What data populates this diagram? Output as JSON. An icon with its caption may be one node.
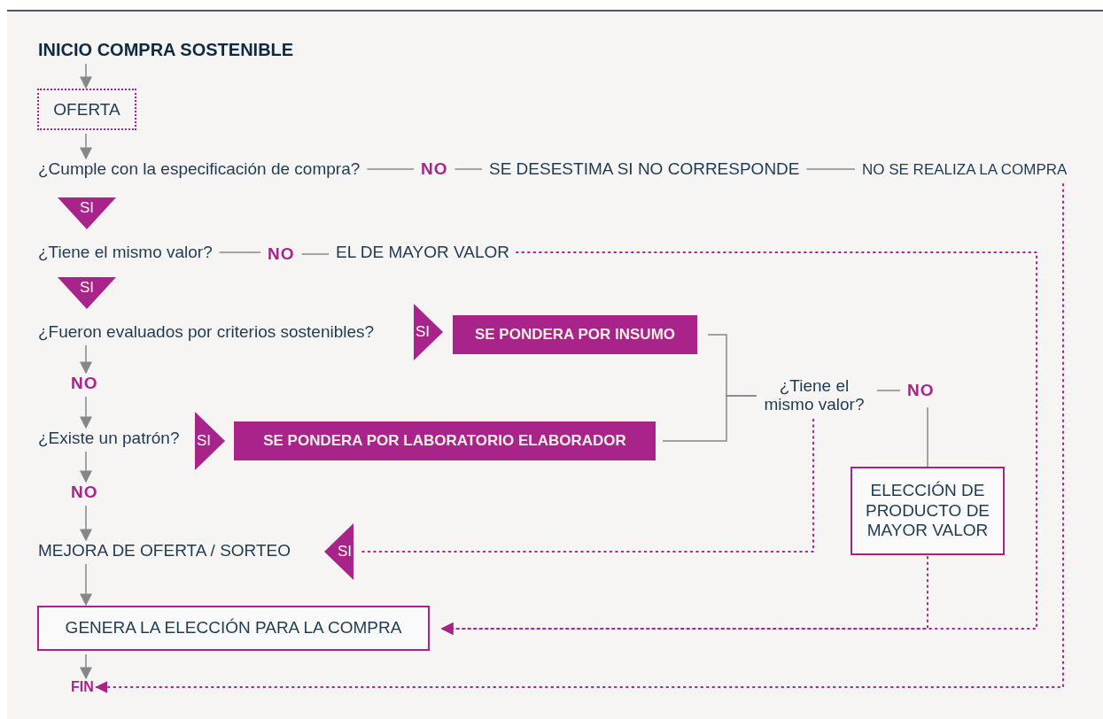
{
  "diagram": {
    "nodes": [
      {
        "text": [
          "INICIO COMPRA SOSTENIBLE"
        ]
      },
      {
        "text": [
          "OFERTA"
        ]
      },
      {
        "text": [
          "¿Cumple con la especificación de compra?"
        ]
      },
      {
        "text": [
          "NO"
        ]
      },
      {
        "text": [
          "SE DESESTIMA SI NO CORRESPONDE"
        ]
      },
      {
        "text": [
          "NO SE REALIZA LA COMPRA"
        ]
      },
      {
        "text": [
          "SI"
        ]
      },
      {
        "text": [
          "¿Tiene el mismo valor?"
        ]
      },
      {
        "text": [
          "NO"
        ]
      },
      {
        "text": [
          "EL DE MAYOR VALOR"
        ]
      },
      {
        "text": [
          "SI"
        ]
      },
      {
        "text": [
          "¿Fueron evaluados por criterios sostenibles?"
        ]
      },
      {
        "text": [
          "SI"
        ]
      },
      {
        "text": [
          "SE PONDERA POR INSUMO"
        ]
      },
      {
        "text": [
          "NO"
        ]
      },
      {
        "text": [
          "¿Existe un patrón?"
        ]
      },
      {
        "text": [
          "SI"
        ]
      },
      {
        "text": [
          "SE PONDERA POR LABORATORIO ELABORADOR"
        ]
      },
      {
        "text": [
          "NO"
        ]
      },
      {
        "text": [
          "¿Tiene el mismo valor?"
        ]
      },
      {
        "text": [
          "NO"
        ]
      },
      {
        "text": [
          "ELECCIÓN DE PRODUCTO DE MAYOR VALOR"
        ]
      },
      {
        "text": [
          "MEJORA DE OFERTA / SORTEO"
        ]
      },
      {
        "text": [
          "SI"
        ]
      },
      {
        "text": [
          "GENERA LA ELECCIÓN PARA LA COMPRA"
        ]
      },
      {
        "text": [
          "FIN"
        ]
      }
    ],
    "edges": [
      {
        "from": 0,
        "to": 1,
        "arrow": "to"
      },
      {
        "from": 1,
        "to": 2,
        "arrow": "to"
      },
      {
        "from": 2,
        "to": 3,
        "arrow": "none"
      },
      {
        "from": 3,
        "to": 4,
        "arrow": "none"
      },
      {
        "from": 4,
        "to": 5,
        "arrow": "none"
      },
      {
        "from": 5,
        "to": 25,
        "arrow": "to",
        "style": "dashed",
        "color": "#a8238a"
      },
      {
        "from": 7,
        "to": 8,
        "arrow": "none"
      },
      {
        "from": 8,
        "to": 9,
        "arrow": "none"
      },
      {
        "from": 9,
        "to": 24,
        "arrow": "to",
        "style": "dashed",
        "color": "#a8238a"
      },
      {
        "from": 11,
        "to": 14,
        "arrow": "to"
      },
      {
        "from": 14,
        "to": 15,
        "arrow": "to"
      },
      {
        "from": 15,
        "to": 18,
        "arrow": "to"
      },
      {
        "from": 18,
        "to": 22,
        "arrow": "to"
      },
      {
        "from": 22,
        "to": 24,
        "arrow": "to"
      },
      {
        "from": 24,
        "to": 25,
        "arrow": "to"
      },
      {
        "from": 13,
        "to": 19,
        "arrow": "none"
      },
      {
        "from": 17,
        "to": 19,
        "arrow": "none"
      },
      {
        "from": 19,
        "to": 20,
        "arrow": "none"
      },
      {
        "from": 20,
        "to": 21,
        "arrow": "none"
      },
      {
        "from": 19,
        "to": 23,
        "arrow": "none",
        "style": "dashed",
        "color": "#a8238a"
      },
      {
        "from": 21,
        "to": 24,
        "arrow": "to",
        "style": "dashed",
        "color": "#a8238a"
      }
    ]
  }
}
